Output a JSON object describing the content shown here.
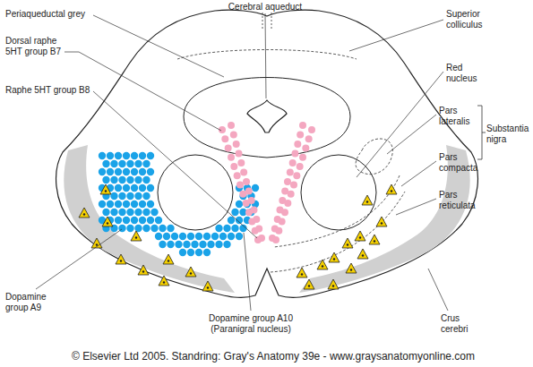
{
  "diagram": {
    "labels": [
      "Periaqueductal grey",
      "Cerebral aqueduct",
      "Superior colliculus",
      "Dorsal raphe 5HT group B7",
      "Red nucleus",
      "Raphe 5HT group B8",
      "Pars lateralis",
      "Substantia nigra",
      "Pars compacta",
      "Pars reticulata",
      "Dopamine group A9",
      "Dopamine group A10 (Paranigral nucleus)",
      "Crus cerebri",
      "© Elsevier Ltd 2005. Standring: Gray's Anatomy 39e - www.graysanatomyonline.com"
    ]
  }
}
